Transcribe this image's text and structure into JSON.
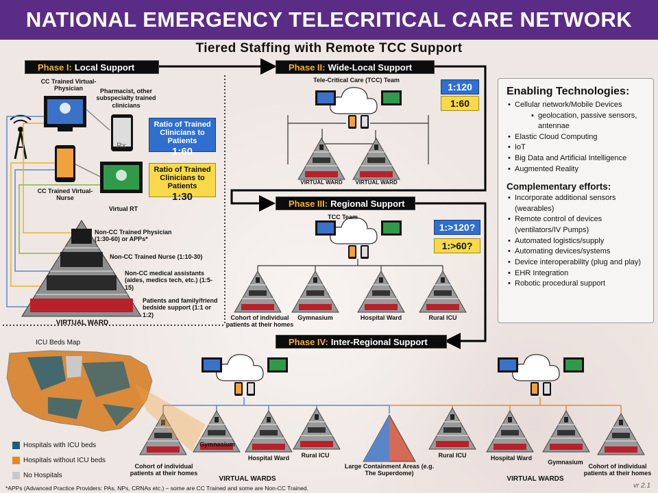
{
  "title": "NATIONAL EMERGENCY TELECRITICAL CARE NETWORK",
  "subtitle": "Tiered Staffing with Remote TCC Support",
  "phases": {
    "p1": {
      "num": "Phase I:",
      "name": "Local Support"
    },
    "p2": {
      "num": "Phase II:",
      "name": "Wide-Local Support"
    },
    "p3": {
      "num": "Phase III:",
      "name": "Regional Support"
    },
    "p4": {
      "num": "Phase IV:",
      "name": "Inter-Regional Support"
    }
  },
  "phase1": {
    "cc_physician": "CC Trained Virtual-Physician",
    "pharmacist": "Pharmacist, other subspecialty trained clinicians",
    "cc_nurse": "CC Trained Virtual-Nurse",
    "virtual_rt": "Virtual RT",
    "ratio_label": "Ratio of Trained Clinicians to Patients",
    "ratio_blue": "1:60",
    "ratio_yellow": "1:30",
    "tier1": "Non-CC Trained Physician (1:30-60) or APPs*",
    "tier2": "Non-CC Trained Nurse (1:10-30)",
    "tier3": "Non-CC medical assistants (aides, medics tech, etc.) (1:5-15)",
    "tier4": "Patients and family/friend bedside support (1:1 or 1:2)",
    "ward": "VIRTUAL WARD"
  },
  "phase2": {
    "team": "Tele-Critical Care (TCC) Team",
    "ratio_blue": "1:120",
    "ratio_yellow": "1:60",
    "ward_a": "VIRTUAL WARD",
    "ward_b": "VIRTUAL WARD"
  },
  "phase3": {
    "team": "TCC Team",
    "ratio_blue": "1:>120?",
    "ratio_yellow": "1:>60?",
    "sites": [
      "Cohort of individual patients at their homes",
      "Gymnasium",
      "Hospital Ward",
      "Rural ICU"
    ]
  },
  "phase4": {
    "left_sites": [
      "Cohort of individual patients at their homes",
      "Gymnasium",
      "Hospital Ward",
      "Rural ICU"
    ],
    "center_site": "Large Containment Areas (e.g. The Superdome)",
    "right_sites": [
      "Rural ICU",
      "Hospital Ward",
      "Gymnasium",
      "Cohort of individual patients at their homes"
    ],
    "wards_left": "VIRTUAL WARDS",
    "wards_right": "VIRTUAL WARDS"
  },
  "map": {
    "title": "ICU Beds Map",
    "legend": [
      {
        "label": "Hospitals with ICU beds",
        "color": "#1d5f7a"
      },
      {
        "label": "Hospitals without ICU beds",
        "color": "#e28a2a"
      },
      {
        "label": "No Hospitals",
        "color": "#c9c9c9"
      }
    ]
  },
  "tech": {
    "heading": "Enabling Technologies:",
    "items": [
      "Cellular network/Mobile Devices"
    ],
    "sub": "geolocation, passive sensors, antennae",
    "items2": [
      "Elastic Cloud Computing",
      "IoT",
      "Big Data and Artificial Intelligence",
      "Augmented  Reality"
    ],
    "heading2": "Complementary efforts:",
    "efforts": [
      "Incorporate additional sensors (wearables)",
      "Remote  control of devices (ventilators/IV Pumps)",
      "Automated  logistics/supply",
      "Automating devices/systems",
      "Device interoperability (plug and play)",
      "EHR  Integration",
      "Robotic procedural support"
    ]
  },
  "footnote": "*APPs (Advanced Practice Providers: PAs, NPs, CRNAs etc.) – some are CC Trained and some are Non-CC Trained.",
  "version": "vr 2.1",
  "colors": {
    "banner": "#5b2c86",
    "blue": "#2e6fd0",
    "yellow": "#f7d94a",
    "orange": "#e28a2a",
    "linkblue": "#5a86c8"
  }
}
